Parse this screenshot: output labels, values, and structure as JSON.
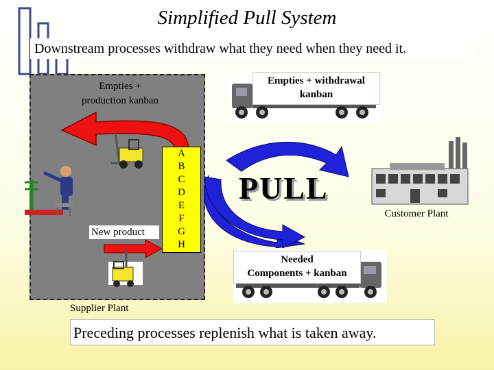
{
  "title": "Simplified Pull System",
  "subtitle": "Downstream processes withdraw what they need when they need it.",
  "supplier": {
    "empties_production_line1": "Empties +",
    "empties_production_line2": "production kanban",
    "new_product": "New product",
    "plant_label": "Supplier Plant",
    "kanban_slots": [
      "A",
      "B",
      "C",
      "D",
      "E",
      "F",
      "G",
      "H"
    ]
  },
  "withdrawal": {
    "line1": "Empties + withdrawal",
    "line2": "kanban"
  },
  "pull_label": "PULL",
  "customer_label": "Customer Plant",
  "needed": {
    "line1": "Needed",
    "line2": "Components + kanban"
  },
  "footer": "Preceding processes replenish what is taken away.",
  "colors": {
    "arrow_red": "#ee1111",
    "arrow_blue": "#1f22d8",
    "kanban_yellow": "#ffff00",
    "forklift_yellow": "#f4e62c",
    "supplier_gray": "#808080"
  }
}
